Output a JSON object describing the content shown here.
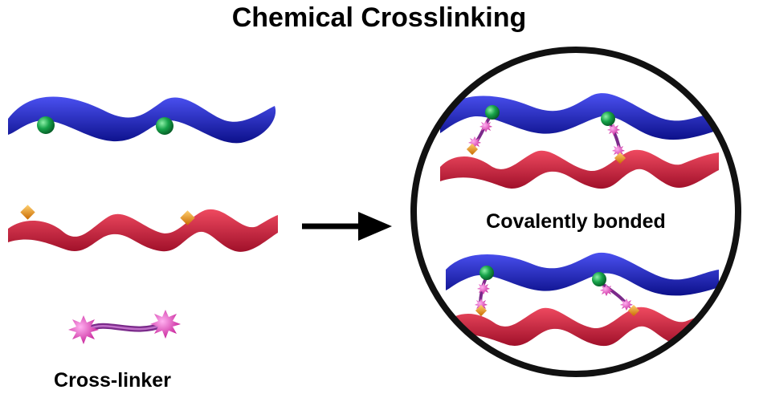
{
  "title": "Chemical Crosslinking",
  "circle_label": "Covalently bonded",
  "crosslinker_label": "Cross-linker",
  "colors": {
    "blue_chain": "#1e22b8",
    "red_chain": "#d0203a",
    "green_group": "#0f8a3a",
    "orange_group": "#e88a10",
    "crosslinker_star": "#e020b0",
    "crosslinker_link": "#7a2a8a",
    "arrow": "#000000",
    "circle_outline": "#111111"
  },
  "icons": [
    "blue-polymer-chain",
    "red-polymer-chain",
    "green-bead",
    "orange-diamond",
    "pink-star",
    "right-arrow"
  ]
}
